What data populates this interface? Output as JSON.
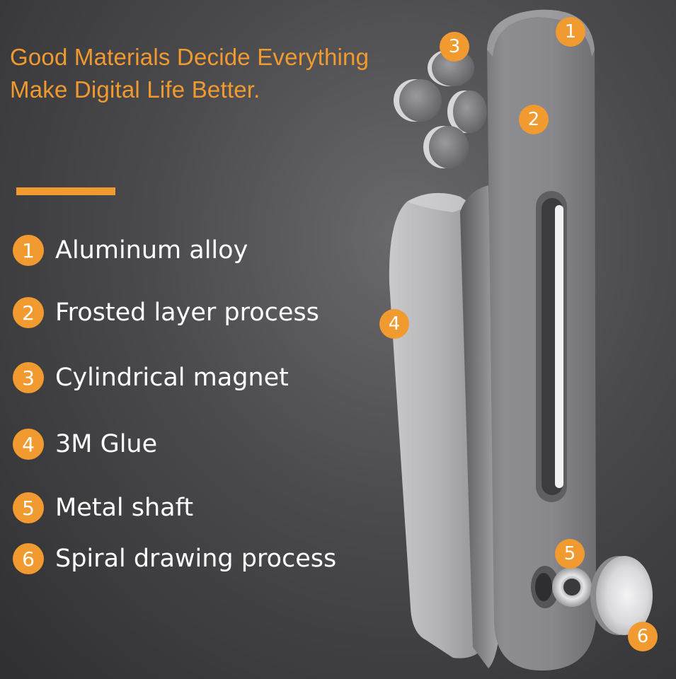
{
  "headline": {
    "line1": "Good Materials Decide Everything",
    "line2": "Make Digital Life Better."
  },
  "legend": [
    {
      "number": "1",
      "label": "Aluminum alloy"
    },
    {
      "number": "2",
      "label": "Frosted layer process"
    },
    {
      "number": "3",
      "label": "Cylindrical magnet"
    },
    {
      "number": "4",
      "label": "3M Glue"
    },
    {
      "number": "5",
      "label": "Metal shaft"
    },
    {
      "number": "6",
      "label": "Spiral drawing process"
    }
  ],
  "markers": [
    "1",
    "2",
    "3",
    "4",
    "5",
    "6"
  ],
  "colors": {
    "accent": "#f19a2f",
    "text": "#ffffff"
  }
}
